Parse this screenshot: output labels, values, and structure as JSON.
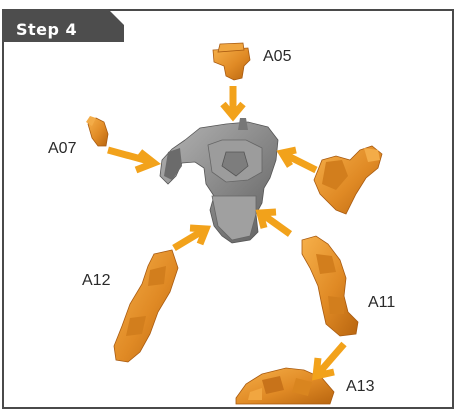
{
  "step": {
    "label": "Step 4"
  },
  "parts": [
    {
      "id": "a05",
      "label": "A05"
    },
    {
      "id": "a07",
      "label": "A07"
    },
    {
      "id": "a12",
      "label": "A12"
    },
    {
      "id": "a11",
      "label": "A11"
    },
    {
      "id": "a13",
      "label": "A13"
    }
  ],
  "colors": {
    "frame": "#4a4a4a",
    "tab": "#4d4d4d",
    "arrow": "#f2a21b",
    "part_orange": "#e8902a",
    "part_orange_dark": "#b86512",
    "torso_gray": "#8e8e8e",
    "torso_dark": "#5a5a5a"
  }
}
